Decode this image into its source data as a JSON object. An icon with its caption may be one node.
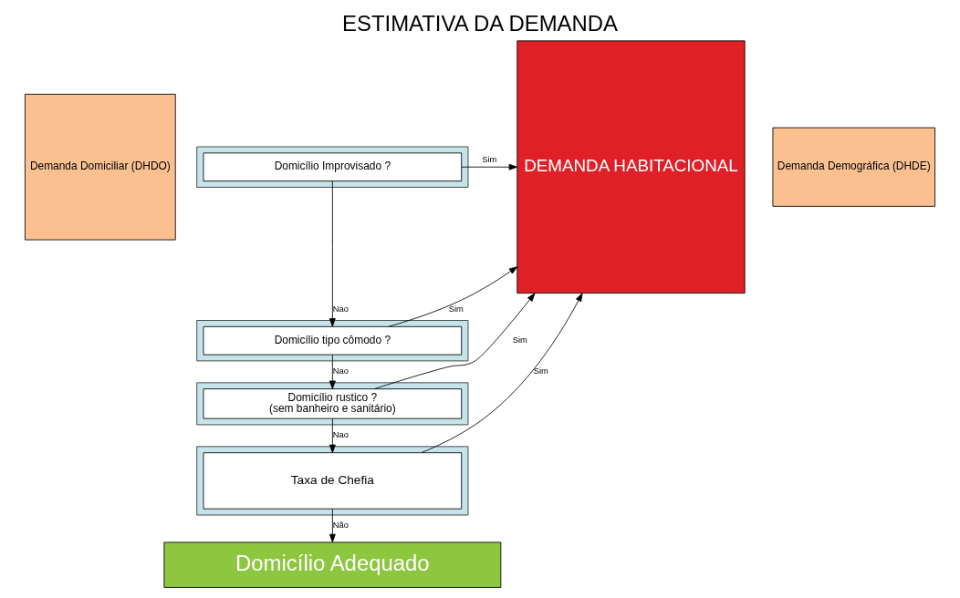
{
  "diagram": {
    "title": "ESTIMATIVA DA DEMANDA",
    "nodes": [
      {
        "text": [
          "Demanda Domiciliar (DHDO)"
        ]
      },
      {
        "text": [],
        "shape": "box"
      },
      {
        "text": [
          "Domicílio Improvisado ?"
        ],
        "in": 1
      },
      {
        "text": [],
        "shape": "box"
      },
      {
        "text": [
          "Domicílio tipo cômodo ?"
        ],
        "in": 3
      },
      {
        "text": [],
        "shape": "box"
      },
      {
        "text": [
          "Domicílio rustico ?",
          "(sem banheiro e sanitário)"
        ],
        "in": 5
      },
      {
        "text": [
          "Demanda Demográfica (DHDE)"
        ]
      },
      {
        "text": [],
        "shape": "box"
      },
      {
        "text": [
          "Taxa de Chefia"
        ],
        "in": 8
      },
      {
        "text": [
          "DEMANDA HABITACIONAL"
        ]
      },
      {
        "text": [
          "Domicílio Adequado"
        ]
      }
    ],
    "edges": [
      {
        "from": 2,
        "to": 10,
        "arrow": "to",
        "label": "Sim"
      },
      {
        "from": 2,
        "to": 4,
        "arrow": "to",
        "label": "Nao"
      },
      {
        "from": 4,
        "to": 10,
        "arrow": "to",
        "label": "Sim"
      },
      {
        "from": 4,
        "to": 6,
        "arrow": "to",
        "label": "Nao"
      },
      {
        "from": 6,
        "to": 10,
        "arrow": "to",
        "label": "Sim"
      },
      {
        "from": 6,
        "to": 9,
        "arrow": "to",
        "label": "Nao"
      },
      {
        "from": 9,
        "to": 10,
        "arrow": "to",
        "label": "Sim"
      },
      {
        "from": 9,
        "to": 11,
        "arrow": "to",
        "label": "Não"
      }
    ]
  }
}
